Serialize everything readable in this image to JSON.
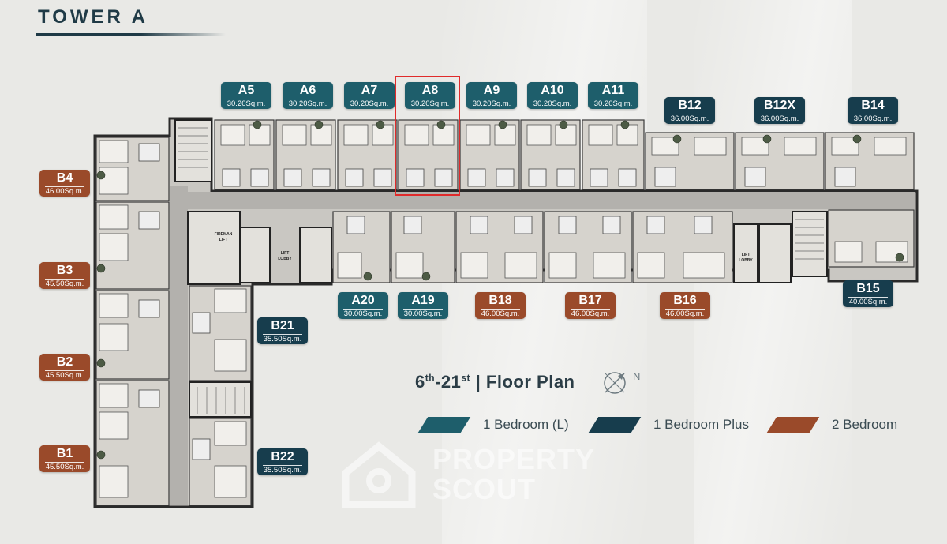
{
  "tower": {
    "title": "TOWER A"
  },
  "floor_plan": {
    "title_pre": "6",
    "sup1": "th",
    "mid": "-21",
    "sup2": "st",
    "title_post": " | Floor Plan",
    "compass_label": "N"
  },
  "units": {
    "A5": {
      "code": "A5",
      "area": "30.20Sq.m.",
      "type": "1 Bedroom (L)"
    },
    "A6": {
      "code": "A6",
      "area": "30.20Sq.m.",
      "type": "1 Bedroom (L)"
    },
    "A7": {
      "code": "A7",
      "area": "30.20Sq.m.",
      "type": "1 Bedroom (L)"
    },
    "A8": {
      "code": "A8",
      "area": "30.20Sq.m.",
      "type": "1 Bedroom (L)",
      "highlighted": true
    },
    "A9": {
      "code": "A9",
      "area": "30.20Sq.m.",
      "type": "1 Bedroom (L)"
    },
    "A10": {
      "code": "A10",
      "area": "30.20Sq.m.",
      "type": "1 Bedroom (L)"
    },
    "A11": {
      "code": "A11",
      "area": "30.20Sq.m.",
      "type": "1 Bedroom (L)"
    },
    "B12": {
      "code": "B12",
      "area": "36.00Sq.m.",
      "type": "1 Bedroom Plus"
    },
    "B12X": {
      "code": "B12X",
      "area": "36.00Sq.m.",
      "type": "1 Bedroom Plus"
    },
    "B14": {
      "code": "B14",
      "area": "36.00Sq.m.",
      "type": "1 Bedroom Plus"
    },
    "B15": {
      "code": "B15",
      "area": "40.00Sq.m.",
      "type": "1 Bedroom Plus"
    },
    "B16": {
      "code": "B16",
      "area": "46.00Sq.m.",
      "type": "2 Bedroom"
    },
    "B17": {
      "code": "B17",
      "area": "46.00Sq.m.",
      "type": "2 Bedroom"
    },
    "B18": {
      "code": "B18",
      "area": "46.00Sq.m.",
      "type": "2 Bedroom"
    },
    "A19": {
      "code": "A19",
      "area": "30.00Sq.m.",
      "type": "1 Bedroom (L)"
    },
    "A20": {
      "code": "A20",
      "area": "30.00Sq.m.",
      "type": "1 Bedroom (L)"
    },
    "B21": {
      "code": "B21",
      "area": "35.50Sq.m.",
      "type": "1 Bedroom Plus"
    },
    "B22": {
      "code": "B22",
      "area": "35.50Sq.m.",
      "type": "1 Bedroom Plus"
    },
    "B4": {
      "code": "B4",
      "area": "46.00Sq.m.",
      "type": "2 Bedroom"
    },
    "B3": {
      "code": "B3",
      "area": "45.50Sq.m.",
      "type": "2 Bedroom"
    },
    "B2": {
      "code": "B2",
      "area": "45.50Sq.m.",
      "type": "2 Bedroom"
    },
    "B1": {
      "code": "B1",
      "area": "45.50Sq.m.",
      "type": "2 Bedroom"
    }
  },
  "plan_labels": {
    "fireman_lift_1": "FIREMAN",
    "fireman_lift_2": "LIFT",
    "lift_lobby_1": "LIFT",
    "lift_lobby_2": "LOBBY"
  },
  "legend": [
    {
      "label": "1 Bedroom (L)",
      "color": "#1e5e6b"
    },
    {
      "label": "1 Bedroom Plus",
      "color": "#173d4d"
    },
    {
      "label": "2 Bedroom",
      "color": "#9a4a2a"
    }
  ],
  "watermark": {
    "line1": "PROPERTY",
    "line2": "SCOUT"
  },
  "colors": {
    "type_1br_l": "#1e5e6b",
    "type_1br_plus": "#173d4d",
    "type_2br": "#9a4a2a",
    "highlight": "#e02b2b"
  }
}
